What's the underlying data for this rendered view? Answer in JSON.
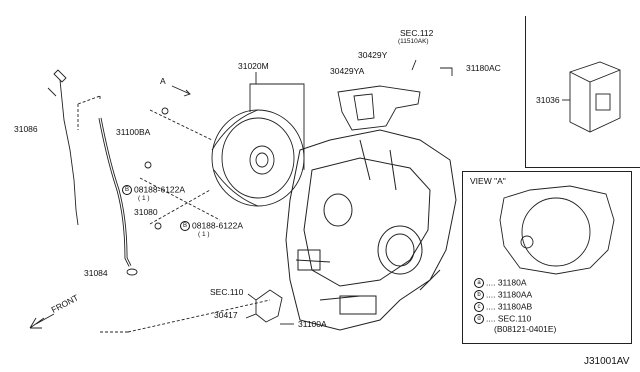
{
  "diagram_id": "J31001AV",
  "parts": {
    "torque_converter": "31020M",
    "bolt_a": "31100BA",
    "dipstick": "31086",
    "tube": "31080",
    "oring": "31084",
    "bracket_a": "30429Y",
    "bracket_b": "30429YA",
    "bolt_c": "31180AC",
    "sec112": "SEC.112",
    "sec112_sub": "(11510AK)",
    "control_unit": "31036",
    "bolt_1": "08188-6122A",
    "bolt_1_qty": "( 1 )",
    "bolt_2": "08188-6122A",
    "bolt_2_qty": "( 1 )",
    "sec110": "SEC.110",
    "sensor": "30417",
    "bolt_d": "31100A",
    "circle_b": "B"
  },
  "view_a": {
    "title": "VIEW \"A\"",
    "arrow_label": "A",
    "legend": [
      {
        "mark": "a",
        "text": "31180A"
      },
      {
        "mark": "b",
        "text": "31180AA"
      },
      {
        "mark": "c",
        "text": "31180AB"
      },
      {
        "mark": "d",
        "text": "SEC.110"
      },
      {
        "mark": "",
        "text": "(B08121-0401E)"
      }
    ]
  },
  "front_label": "FRONT"
}
